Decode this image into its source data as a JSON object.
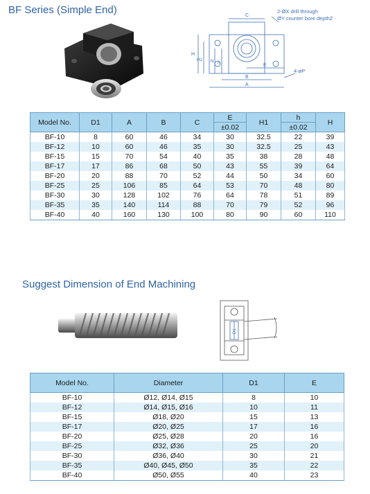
{
  "section1": {
    "title": "BF Series (Simple End)",
    "drawing_notes": {
      "drill": "2-ØX drill through",
      "bore": "ØY counter bore depthZ",
      "holes": "4-øP"
    },
    "dim_labels": {
      "c": "C",
      "h": "H",
      "h1": "H1",
      "n": "N",
      "hh": "h",
      "e": "E",
      "b": "B",
      "a": "A"
    },
    "table": {
      "headers": [
        "Model No.",
        "D1",
        "A",
        "B",
        "C",
        "E",
        "H1",
        "h",
        "H"
      ],
      "subheaders": {
        "e": "±0.02",
        "h": "±0.02"
      },
      "rows": [
        [
          "BF-10",
          "8",
          "60",
          "46",
          "34",
          "30",
          "32.5",
          "22",
          "39"
        ],
        [
          "BF-12",
          "10",
          "60",
          "46",
          "35",
          "30",
          "32.5",
          "25",
          "43"
        ],
        [
          "BF-15",
          "15",
          "70",
          "54",
          "40",
          "35",
          "38",
          "28",
          "48"
        ],
        [
          "BF-17",
          "17",
          "86",
          "68",
          "50",
          "43",
          "55",
          "39",
          "64"
        ],
        [
          "BF-20",
          "20",
          "88",
          "70",
          "52",
          "44",
          "50",
          "34",
          "60"
        ],
        [
          "BF-25",
          "25",
          "106",
          "85",
          "64",
          "53",
          "70",
          "48",
          "80"
        ],
        [
          "BF-30",
          "30",
          "128",
          "102",
          "76",
          "64",
          "78",
          "51",
          "89"
        ],
        [
          "BF-35",
          "35",
          "140",
          "114",
          "88",
          "70",
          "79",
          "52",
          "96"
        ],
        [
          "BF-40",
          "40",
          "160",
          "130",
          "100",
          "80",
          "90",
          "60",
          "110"
        ]
      ]
    }
  },
  "section2": {
    "title": "Suggest Dimension of End Machining",
    "drawing_label": "D1",
    "table": {
      "headers": [
        "Model No.",
        "Diameter",
        "D1",
        "E"
      ],
      "rows": [
        [
          "BF-10",
          "Ø12, Ø14, Ø15",
          "8",
          "10"
        ],
        [
          "BF-12",
          "Ø14, Ø15, Ø16",
          "10",
          "11"
        ],
        [
          "BF-15",
          "Ø18, Ø20",
          "15",
          "13"
        ],
        [
          "BF-17",
          "Ø20, Ø25",
          "17",
          "16"
        ],
        [
          "BF-20",
          "Ø25, Ø28",
          "20",
          "16"
        ],
        [
          "BF-25",
          "Ø32, Ø36",
          "25",
          "20"
        ],
        [
          "BF-30",
          "Ø36, Ø40",
          "30",
          "21"
        ],
        [
          "BF-35",
          "Ø40, Ø45, Ø50",
          "35",
          "22"
        ],
        [
          "BF-40",
          "Ø50, Ø55",
          "40",
          "23"
        ]
      ]
    }
  },
  "colors": {
    "title": "#2f63a8",
    "header": "#a9d6ee",
    "stripe": "#e1f1fa",
    "line": "#3d6fb5"
  }
}
